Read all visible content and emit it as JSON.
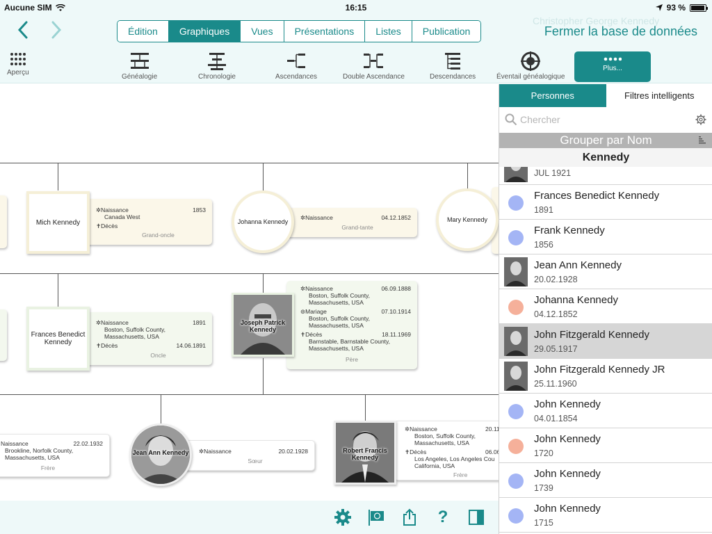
{
  "status_bar": {
    "carrier": "Aucune SIM",
    "time": "16:15",
    "battery": "93 %",
    "battery_level": 0.93
  },
  "nav": {
    "tabs": [
      {
        "label": "Édition",
        "active": false
      },
      {
        "label": "Graphiques",
        "active": true
      },
      {
        "label": "Vues",
        "active": false
      },
      {
        "label": "Présentations",
        "active": false
      },
      {
        "label": "Listes",
        "active": false
      },
      {
        "label": "Publication",
        "active": false
      }
    ],
    "close_db": "Fermer la base de données",
    "ghost_name": "Christopher George Kennedy"
  },
  "toolbar": {
    "apercu": "Aperçu",
    "genealogie": "Généalogie",
    "chronologie": "Chronologie",
    "ascendances": "Ascendances",
    "double_ascendance": "Double Ascendance",
    "descendances": "Descendances",
    "eventail": "Éventail généalogique",
    "plus": "Plus..."
  },
  "chart": {
    "people": {
      "mich": {
        "name": "Mich Kennedy",
        "birth_label": "Naissance",
        "birth_date": "1853",
        "birth_place": "Canada West",
        "death_label": "Décès",
        "relation": "Grand-oncle"
      },
      "johanna": {
        "name": "Johanna Kennedy",
        "birth_label": "Naissance",
        "birth_date": "04.12.1852",
        "relation": "Grand-tante"
      },
      "mary": {
        "name": "Mary Kennedy"
      },
      "frances": {
        "name": "Frances Benedict Kennedy",
        "birth_label": "Naissance",
        "birth_date": "1891",
        "birth_place": "Boston, Suffolk County,",
        "birth_place2": "Massachusetts, USA",
        "death_label": "Décès",
        "death_date": "14.06.1891",
        "relation": "Oncle"
      },
      "joseph": {
        "name": "Joseph Patrick Kennedy",
        "birth_label": "Naissance",
        "birth_date": "06.09.1888",
        "birth_place": "Boston, Suffolk County,",
        "birth_place2": "Massachusetts, USA",
        "marriage_label": "Mariage",
        "marriage_date": "07.10.1914",
        "marriage_place": "Boston, Suffolk County,",
        "marriage_place2": "Massachusetts, USA",
        "death_label": "Décès",
        "death_date": "18.11.1969",
        "death_place": "Barnstable, Barnstable County,",
        "death_place2": "Massachusetts, USA",
        "relation": "Père"
      },
      "left_sibling": {
        "birth_label": "Naissance",
        "birth_date": "22.02.1932",
        "birth_place": "Brookline, Norfolk County,",
        "birth_place2": "Massachusetts, USA",
        "relation": "Frère"
      },
      "jean": {
        "name": "Jean Ann Kennedy",
        "birth_label": "Naissance",
        "birth_date": "20.02.1928",
        "relation": "Sœur"
      },
      "robert": {
        "name": "Robert Francis Kennedy",
        "birth_label": "Naissance",
        "birth_date": "20.11",
        "birth_place": "Boston, Suffolk County,",
        "birth_place2": "Massachusetts, USA",
        "death_label": "Décès",
        "death_date": "06.06",
        "death_place": "Los Angeles, Los Angeles Cou",
        "death_place2": "California, USA",
        "relation": "Frère"
      }
    }
  },
  "bottom_bar": {
    "icons": [
      "gear-icon",
      "flag-icon",
      "share-icon",
      "help-icon",
      "sidebar-toggle-icon"
    ],
    "help_glyph": "?"
  },
  "panel": {
    "tabs": [
      {
        "label": "Personnes",
        "active": true
      },
      {
        "label": "Filtres intelligents",
        "active": false
      }
    ],
    "search_placeholder": "Chercher",
    "group_label": "Grouper par Nom",
    "section": "Kennedy",
    "persons": [
      {
        "name": "",
        "date": "JUL 1921",
        "avatar": "photo",
        "color": ""
      },
      {
        "name": "Frances Benedict Kennedy",
        "date": "1891",
        "avatar": "dot",
        "color": "#a4b5f5"
      },
      {
        "name": "Frank Kennedy",
        "date": "1856",
        "avatar": "dot",
        "color": "#a4b5f5"
      },
      {
        "name": "Jean Ann Kennedy",
        "date": "20.02.1928",
        "avatar": "photo",
        "color": ""
      },
      {
        "name": "Johanna Kennedy",
        "date": "04.12.1852",
        "avatar": "dot",
        "color": "#f5b09a"
      },
      {
        "name": "John Fitzgerald Kennedy",
        "date": "29.05.1917",
        "avatar": "photo",
        "color": "",
        "selected": true
      },
      {
        "name": "John Fitzgerald Kennedy JR",
        "date": "25.11.1960",
        "avatar": "photo",
        "color": ""
      },
      {
        "name": "John Kennedy",
        "date": "04.01.1854",
        "avatar": "dot",
        "color": "#a4b5f5"
      },
      {
        "name": "John Kennedy",
        "date": "1720",
        "avatar": "dot",
        "color": "#f5b09a"
      },
      {
        "name": "John Kennedy",
        "date": "1739",
        "avatar": "dot",
        "color": "#a4b5f5"
      },
      {
        "name": "John Kennedy",
        "date": "1715",
        "avatar": "dot",
        "color": "#a4b5f5"
      }
    ]
  },
  "colors": {
    "accent": "#1a8a8a",
    "male": "#a4b5f5",
    "female": "#f5b09a"
  }
}
